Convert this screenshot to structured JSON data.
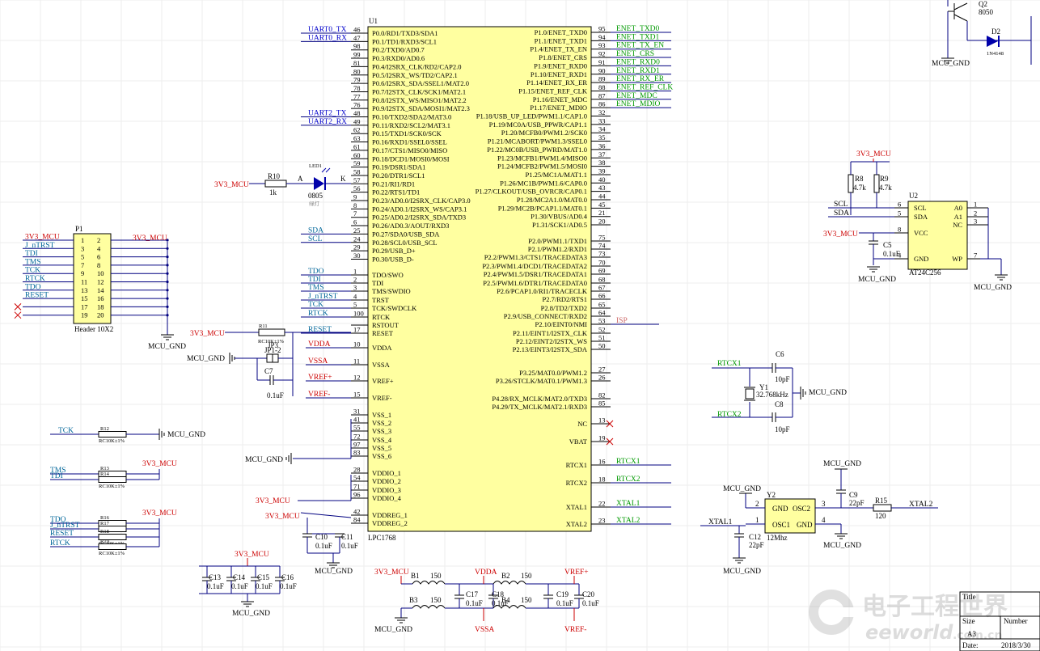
{
  "u1": {
    "ref": "U1",
    "part": "LPC1768",
    "left_pins": [
      {
        "num": "46",
        "name": "P0.0/RD1/TXD3/SDA1",
        "net": "UART0_TX",
        "color": "#0000cc"
      },
      {
        "num": "47",
        "name": "P0.1/TD1/RXD3/SCL1",
        "net": "UART0_RX",
        "color": "#0000cc"
      },
      {
        "num": "98",
        "name": "P0.2/TXD0/AD0.7",
        "net": "",
        "color": ""
      },
      {
        "num": "99",
        "name": "P0.3/RXD0/AD0.6",
        "net": "",
        "color": ""
      },
      {
        "num": "81",
        "name": "P0.4/I2SRX_CLK/RD2/CAP2.0",
        "net": "",
        "color": ""
      },
      {
        "num": "80",
        "name": "P0.5/I2SRX_WS/TD2/CAP2.1",
        "net": "",
        "color": ""
      },
      {
        "num": "79",
        "name": "P0.6/I2SRX_SDA/SSEL1/MAT2.0",
        "net": "",
        "color": ""
      },
      {
        "num": "78",
        "name": "P0.7/I2STX_CLK/SCK1/MAT2.1",
        "net": "",
        "color": ""
      },
      {
        "num": "77",
        "name": "P0.8/I2STX_WS/MISO1/MAT2.2",
        "net": "",
        "color": ""
      },
      {
        "num": "76",
        "name": "P0.9/I2STX_SDA/MOSI1/MAT2.3",
        "net": "",
        "color": ""
      },
      {
        "num": "48",
        "name": "P0.10/TXD2/SDA2/MAT3.0",
        "net": "UART2_TX",
        "color": "#0000cc"
      },
      {
        "num": "49",
        "name": "P0.11/RXD2/SCL2/MAT3.1",
        "net": "UART2_RX",
        "color": "#0000cc"
      },
      {
        "num": "62",
        "name": "P0.15/TXD1/SCK0/SCK",
        "net": "",
        "color": ""
      },
      {
        "num": "63",
        "name": "P0.16/RXD1/SSEL0/SSEL",
        "net": "",
        "color": ""
      },
      {
        "num": "61",
        "name": "P0.17/CTS1/MISO0/MISO",
        "net": "",
        "color": ""
      },
      {
        "num": "60",
        "name": "P0.18/DCD1/MOSI0/MOSI",
        "net": "",
        "color": ""
      },
      {
        "num": "59",
        "name": "P0.19/DSR1/SDA1",
        "net": "",
        "color": ""
      },
      {
        "num": "58",
        "name": "P0.20/DTR1/SCL1",
        "net": "",
        "color": ""
      },
      {
        "num": "57",
        "name": "P0.21/RI1/RD1",
        "net": "",
        "color": ""
      },
      {
        "num": "56",
        "name": "P0.22/RTS1/TD1",
        "net": "",
        "color": ""
      },
      {
        "num": "9",
        "name": "P0.23/AD0.0/I2SRX_CLK/CAP3.0",
        "net": "",
        "color": ""
      },
      {
        "num": "8",
        "name": "P0.24/AD0.1/I2SRX_WS/CAP3.1",
        "net": "",
        "color": ""
      },
      {
        "num": "7",
        "name": "P0.25/AD0.2/I2SRX_SDA/TXD3",
        "net": "",
        "color": ""
      },
      {
        "num": "6",
        "name": "P0.26/AD0.3/AOUT/RXD3",
        "net": "",
        "color": ""
      },
      {
        "num": "25",
        "name": "P0.27/SDA0/USB_SDA",
        "net": "SDA",
        "color": "#006699"
      },
      {
        "num": "24",
        "name": "P0.28/SCL0/USB_SCL",
        "net": "SCL",
        "color": "#006699"
      },
      {
        "num": "29",
        "name": "P0.29/USB_D+",
        "net": "",
        "color": ""
      },
      {
        "num": "30",
        "name": "P0.30/USB_D-",
        "net": "",
        "color": ""
      },
      {
        "num": "1",
        "name": "TDO/SWO",
        "net": "TDO",
        "color": "#006699"
      },
      {
        "num": "2",
        "name": "TDI",
        "net": "TDI",
        "color": "#006699"
      },
      {
        "num": "3",
        "name": "TMS/SWDIO",
        "net": "TMS",
        "color": "#006699"
      },
      {
        "num": "4",
        "name": "TRST",
        "net": "J_nTRST",
        "color": "#006699"
      },
      {
        "num": "5",
        "name": "TCK/SWDCLK",
        "net": "TCK",
        "color": "#006699"
      },
      {
        "num": "100",
        "name": "RTCK",
        "net": "RTCK",
        "color": "#006699"
      },
      {
        "num": "",
        "name": "RSTOUT",
        "net": "",
        "color": ""
      },
      {
        "num": "17",
        "name": "RESET",
        "net": "RESET",
        "color": "#006699"
      },
      {
        "num": "10",
        "name": "VDDA",
        "net": "VDDA",
        "color": "#cc0000"
      },
      {
        "num": "11",
        "name": "VSSA",
        "net": "VSSA",
        "color": "#cc0000"
      },
      {
        "num": "12",
        "name": "VREF+",
        "net": "VREF+",
        "color": "#cc0000"
      },
      {
        "num": "15",
        "name": "VREF-",
        "net": "VREF-",
        "color": "#cc0000"
      },
      {
        "num": "31",
        "name": "VSS_1",
        "net": "",
        "color": ""
      },
      {
        "num": "41",
        "name": "VSS_2",
        "net": "",
        "color": ""
      },
      {
        "num": "55",
        "name": "VSS_3",
        "net": "",
        "color": ""
      },
      {
        "num": "72",
        "name": "VSS_4",
        "net": "",
        "color": ""
      },
      {
        "num": "97",
        "name": "VSS_5",
        "net": "",
        "color": ""
      },
      {
        "num": "83",
        "name": "VSS_6",
        "net": "",
        "color": ""
      },
      {
        "num": "28",
        "name": "VDDIO_1",
        "net": "",
        "color": ""
      },
      {
        "num": "54",
        "name": "VDDIO_2",
        "net": "",
        "color": ""
      },
      {
        "num": "71",
        "name": "VDDIO_3",
        "net": "",
        "color": ""
      },
      {
        "num": "96",
        "name": "VDDIO_4",
        "net": "",
        "color": ""
      },
      {
        "num": "42",
        "name": "VDDREG_1",
        "net": "",
        "color": ""
      },
      {
        "num": "84",
        "name": "VDDREG_2",
        "net": "",
        "color": ""
      }
    ],
    "right_pins": [
      {
        "num": "95",
        "name": "P1.0/ENET_TXD0",
        "net": "ENET_TXD0",
        "color": "#009900"
      },
      {
        "num": "94",
        "name": "P1.1/ENET_TXD1",
        "net": "ENET_TXD1",
        "color": "#009900"
      },
      {
        "num": "93",
        "name": "P1.4/ENET_TX_EN",
        "net": "ENET_TX_EN",
        "color": "#009900"
      },
      {
        "num": "92",
        "name": "P1.8/ENET_CRS",
        "net": "ENET_CRS",
        "color": "#009900"
      },
      {
        "num": "91",
        "name": "P1.9/ENET_RXD0",
        "net": "ENET_RXD0",
        "color": "#009900"
      },
      {
        "num": "90",
        "name": "P1.10/ENET_RXD1",
        "net": "ENET_RXD1",
        "color": "#009900"
      },
      {
        "num": "89",
        "name": "P1.14/ENET_RX_ER",
        "net": "ENET_RX_ER",
        "color": "#009900"
      },
      {
        "num": "88",
        "name": "P1.15/ENET_REF_CLK",
        "net": "ENET_REF_CLK",
        "color": "#009900"
      },
      {
        "num": "87",
        "name": "P1.16/ENET_MDC",
        "net": "ENET_MDC",
        "color": "#009900"
      },
      {
        "num": "86",
        "name": "P1.17/ENET_MDIO",
        "net": "ENET_MDIO",
        "color": "#009900"
      },
      {
        "num": "32",
        "name": "P1.18/USB_UP_LED/PWM1.1/CAP1.0",
        "net": "",
        "color": ""
      },
      {
        "num": "33",
        "name": "P1.19/MC0A/USB_PPWR/CAP1.1",
        "net": "",
        "color": ""
      },
      {
        "num": "34",
        "name": "P1.20/MCFB0/PWM1.2/SCK0",
        "net": "",
        "color": ""
      },
      {
        "num": "35",
        "name": "P1.21/MCABORT/PWM1.3/SSEL0",
        "net": "",
        "color": ""
      },
      {
        "num": "36",
        "name": "P1.22/MC0B/USB_PWRD/MAT1.0",
        "net": "",
        "color": ""
      },
      {
        "num": "37",
        "name": "P1.23/MCFB1/PWM1.4/MISO0",
        "net": "",
        "color": ""
      },
      {
        "num": "38",
        "name": "P1.24/MCFB2/PWM1.5/MOSI0",
        "net": "",
        "color": ""
      },
      {
        "num": "39",
        "name": "P1.25/MC1A/MAT1.1",
        "net": "",
        "color": ""
      },
      {
        "num": "40",
        "name": "P1.26/MC1B/PWM1.6/CAP0.0",
        "net": "",
        "color": ""
      },
      {
        "num": "43",
        "name": "P1.27/CLKOUT/USB_OVRCR/CAP0.1",
        "net": "",
        "color": ""
      },
      {
        "num": "44",
        "name": "P1.28/MC2A1.0/MAT0.0",
        "net": "",
        "color": ""
      },
      {
        "num": "45",
        "name": "P1.29/MC2B/PCAP1.1/MAT0.1",
        "net": "",
        "color": ""
      },
      {
        "num": "21",
        "name": "P1.30/VBUS/AD0.4",
        "net": "",
        "color": ""
      },
      {
        "num": "20",
        "name": "P1.31/SCK1/AD0.5",
        "net": "",
        "color": ""
      },
      {
        "num": "75",
        "name": "P2.0/PWM1.1/TXD1",
        "net": "",
        "color": ""
      },
      {
        "num": "74",
        "name": "P2.1/PWM1.2/RXD1",
        "net": "",
        "color": ""
      },
      {
        "num": "73",
        "name": "P2.2/PWM1.3/CTS1/TRACEDATA3",
        "net": "",
        "color": ""
      },
      {
        "num": "70",
        "name": "P2.3/PWM1.4/DCD1/TRACEDATA2",
        "net": "",
        "color": ""
      },
      {
        "num": "69",
        "name": "P2.4/PWM1.5/DSR1/TRACEDATA1",
        "net": "",
        "color": ""
      },
      {
        "num": "68",
        "name": "P2.5/PWM1.6/DTR1/TRACEDATA0",
        "net": "",
        "color": ""
      },
      {
        "num": "67",
        "name": "P2.6/PCAP1.0/RI1/TRACECLK",
        "net": "",
        "color": ""
      },
      {
        "num": "66",
        "name": "P2.7/RD2/RTS1",
        "net": "",
        "color": ""
      },
      {
        "num": "65",
        "name": "P2.8/TD2/TXD2",
        "net": "",
        "color": ""
      },
      {
        "num": "64",
        "name": "P2.9/USB_CONNECT/RXD2",
        "net": "",
        "color": ""
      },
      {
        "num": "53",
        "name": "P2.10/EINT0/NMI",
        "net": "ISP",
        "color": "#cc6666"
      },
      {
        "num": "52",
        "name": "P2.11/EINT1/I2STX_CLK",
        "net": "",
        "color": ""
      },
      {
        "num": "51",
        "name": "P2.12/EINT2/I2STX_WS",
        "net": "",
        "color": ""
      },
      {
        "num": "50",
        "name": "P2.13/EINT3/I2STX_SDA",
        "net": "",
        "color": ""
      },
      {
        "num": "27",
        "name": "P3.25/MAT0.0/PWM1.2",
        "net": "",
        "color": ""
      },
      {
        "num": "26",
        "name": "P3.26/STCLK/MAT0.1/PWM1.3",
        "net": "",
        "color": ""
      },
      {
        "num": "82",
        "name": "P4.28/RX_MCLK/MAT2.0/TXD3",
        "net": "",
        "color": ""
      },
      {
        "num": "85",
        "name": "P4.29/TX_MCLK/MAT2.1/RXD3",
        "net": "",
        "color": ""
      },
      {
        "num": "13",
        "name": "NC",
        "net": "",
        "color": ""
      },
      {
        "num": "19",
        "name": "VBAT",
        "net": "",
        "color": ""
      },
      {
        "num": "16",
        "name": "RTCX1",
        "net": "RTCX1",
        "color": "#009900"
      },
      {
        "num": "18",
        "name": "RTCX2",
        "net": "RTCX2",
        "color": "#009900"
      },
      {
        "num": "22",
        "name": "XTAL1",
        "net": "XTAL1",
        "color": "#009900"
      },
      {
        "num": "23",
        "name": "XTAL2",
        "net": "XTAL2",
        "color": "#009900"
      }
    ]
  },
  "p1": {
    "ref": "P1",
    "part": "Header 10X2",
    "left_nums": [
      "1",
      "3",
      "5",
      "7",
      "9",
      "11",
      "13",
      "15",
      "17",
      "19"
    ],
    "right_nums": [
      "2",
      "4",
      "6",
      "8",
      "10",
      "12",
      "14",
      "16",
      "18",
      "20"
    ],
    "nets": [
      "3V3_MCU",
      "J_nTRST",
      "TDI",
      "TMS",
      "TCK",
      "RTCK",
      "TDO",
      "RESET",
      "",
      ""
    ],
    "right_net": "3V3_MCU",
    "gnd": "MCU_GND"
  },
  "u2": {
    "ref": "U2",
    "part": "AT24C256",
    "left_pins": [
      {
        "num": "6",
        "name": "SCL"
      },
      {
        "num": "5",
        "name": "SDA"
      },
      {
        "num": "8",
        "name": "VCC"
      },
      {
        "num": "4",
        "name": "GND"
      }
    ],
    "right_pins": [
      {
        "num": "1",
        "name": "A0"
      },
      {
        "num": "2",
        "name": "A1"
      },
      {
        "num": "3",
        "name": "NC"
      },
      {
        "num": "7",
        "name": "WP"
      }
    ],
    "r8": {
      "ref": "R8",
      "value": "4.7k"
    },
    "r9": {
      "ref": "R9",
      "value": "4.7k"
    },
    "c5": {
      "ref": "C5",
      "value": "0.1uF"
    },
    "scl": "SCL",
    "sda": "SDA",
    "vcc": "3V3_MCU",
    "gnd": "MCU_GND"
  },
  "q2": {
    "ref": "Q2",
    "value": "8050",
    "d2_ref": "D2",
    "d2_value": "1N4148",
    "gnd": "MCU_GND"
  },
  "led": {
    "r10_ref": "R10",
    "r10_value": "1k",
    "led_ref": "LED1",
    "led_pkg": "0805",
    "led_color": "绿灯",
    "a": "A",
    "k": "K",
    "net": "3V3_MCU"
  },
  "reset": {
    "r11_ref": "R11",
    "r11_value": "RC10K±1%",
    "jp_ref": "JP3",
    "jp_value": "JP1-2",
    "c7_ref": "C7",
    "c7_value": "0.1uF",
    "net": "3V3_MCU",
    "gnd": "MCU_GND"
  },
  "pullups": [
    {
      "ref": "R12",
      "value": "RC10K±1%",
      "net": "TCK"
    },
    {
      "ref": "R13",
      "value": "RC10K±1%",
      "net": "TMS"
    },
    {
      "ref": "R14",
      "value": "RC10K±1%",
      "net": "TDI"
    },
    {
      "ref": "R16",
      "value": "RC10K±1%",
      "net": "TDO"
    },
    {
      "ref": "R17",
      "value": "RC10K±1%",
      "net": "J_nTRST"
    },
    {
      "ref": "R18",
      "value": "RC10K±1%",
      "net": "RESET"
    },
    {
      "ref": "R19",
      "value": "RC10K±1%",
      "net": "RTCK"
    }
  ],
  "rtc": {
    "y1_ref": "Y1",
    "y1_value": "32.768kHz",
    "c6_ref": "C6",
    "c6_value": "10pF",
    "c8_ref": "C8",
    "c8_value": "10pF",
    "x1": "RTCX1",
    "x2": "RTCX2",
    "gnd": "MCU_GND"
  },
  "osc": {
    "y2_ref": "Y2",
    "y2_value": "12Mhz",
    "pins": [
      "GND",
      "OSC2",
      "OSC1",
      "GND"
    ],
    "pin_nums": [
      "2",
      "3",
      "1",
      "4"
    ],
    "c9_ref": "C9",
    "c9_value": "22pF",
    "c12_ref": "C12",
    "c12_value": "22pF",
    "r15_ref": "R15",
    "r15_value": "120",
    "xtal1": "XTAL1",
    "xtal2": "XTAL2",
    "gnd": "MCU_GND"
  },
  "decoupling": {
    "c10": {
      "ref": "C10",
      "value": "0.1uF"
    },
    "c11": {
      "ref": "C11",
      "value": "0.1uF"
    },
    "c13": {
      "ref": "C13",
      "value": "0.1uF"
    },
    "c14": {
      "ref": "C14",
      "value": "0.1uF"
    },
    "c15": {
      "ref": "C15",
      "value": "0.1uF"
    },
    "c16": {
      "ref": "C16",
      "value": "0.1uF"
    }
  },
  "filter": {
    "b1": {
      "ref": "B1",
      "value": "150"
    },
    "b2": {
      "ref": "B2",
      "value": "150"
    },
    "b3": {
      "ref": "B3",
      "value": "150"
    },
    "b4": {
      "ref": "B4",
      "value": "150"
    },
    "c17": {
      "ref": "C17",
      "value": "0.1uF"
    },
    "c18": {
      "ref": "C18",
      "value": "0.1uF"
    },
    "c19": {
      "ref": "C19",
      "value": "0.1uF"
    },
    "c20": {
      "ref": "C20",
      "value": "0.1uF"
    },
    "vdda": "VDDA",
    "vssa": "VSSA",
    "vrefp": "VREF+",
    "vrefm": "VREF-"
  },
  "power_nets": {
    "v33": "3V3_MCU",
    "gnd": "MCU_GND"
  },
  "title_block": {
    "title": "Title",
    "size": "Size",
    "size_value": "A3",
    "number": "Number",
    "date": "Date:",
    "date_value": "2018/3/30"
  },
  "watermark": {
    "cn": "电子工程世界",
    "en": "eeworld",
    "suffix": ".com.cn"
  },
  "colors": {
    "chip_fill": "#ffffa0",
    "wire": "#000080",
    "power": "#cc0000",
    "net_blue": "#006699",
    "net_green": "#009900",
    "net_uart": "#0000cc"
  }
}
